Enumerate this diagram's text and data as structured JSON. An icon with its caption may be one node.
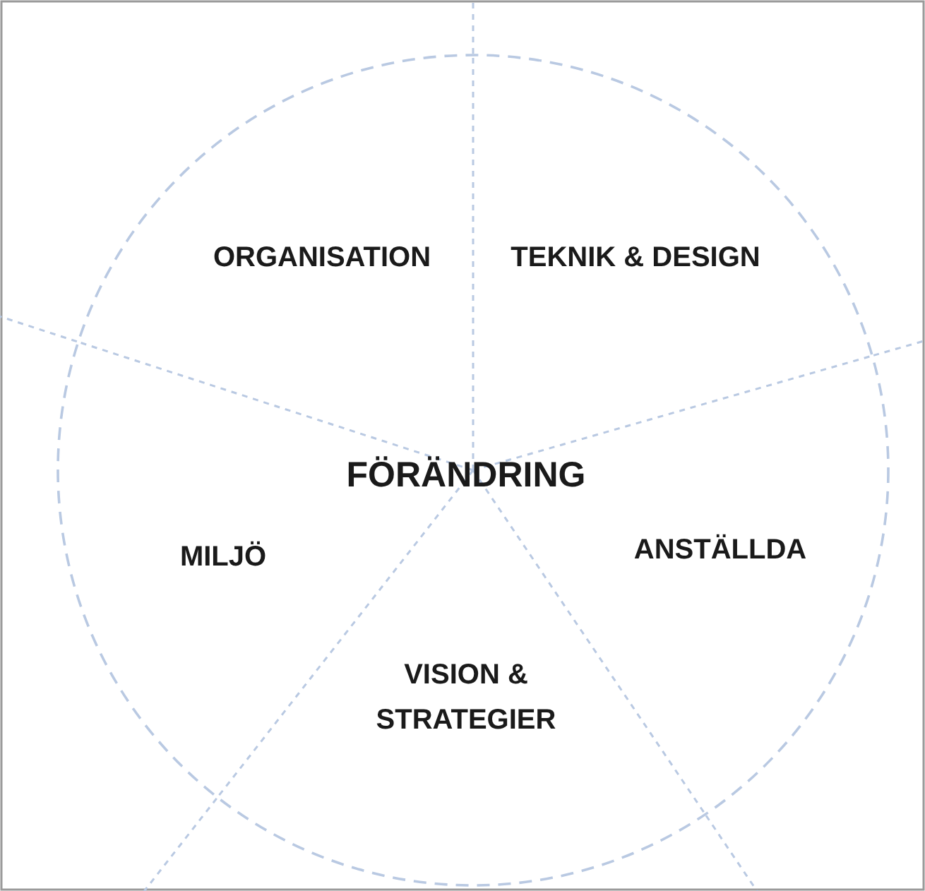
{
  "diagram": {
    "nodes": [
      {
        "text": [
          "FÖRÄNDRING"
        ]
      },
      {
        "text": [
          "ORGANISATION"
        ],
        "in": 0
      },
      {
        "text": [
          "TEKNIK & DESIGN"
        ],
        "in": 0
      },
      {
        "text": [
          "MILJÖ"
        ],
        "in": 0
      },
      {
        "text": [
          "ANSTÄLLDA"
        ],
        "in": 0
      },
      {
        "text": [
          "VISION & STRATEGIER"
        ],
        "in": 0
      }
    ]
  }
}
